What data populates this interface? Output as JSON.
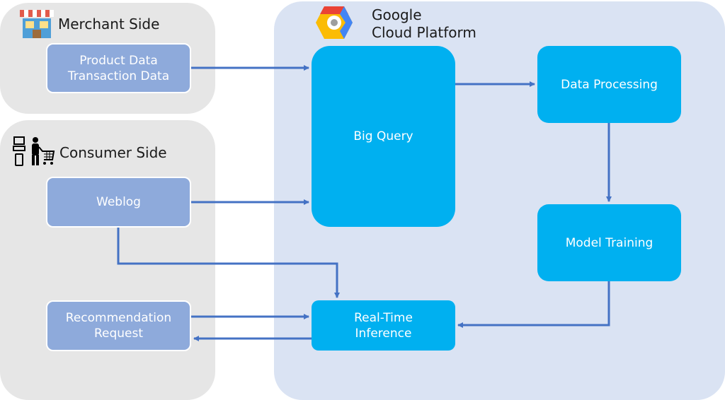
{
  "merchant": {
    "title": "Merchant Side",
    "box": "Product Data\nTransaction Data"
  },
  "consumer": {
    "title": "Consumer Side",
    "weblog": "Weblog",
    "request": "Recommendation\nRequest"
  },
  "platform": {
    "title_line1": "Google",
    "title_line2": "Cloud Platform",
    "bigquery": "Big Query",
    "processing": "Data Processing",
    "training": "Model Training",
    "inference": "Real-Time\nInference"
  },
  "colors": {
    "panel_gray": "#e6e6e6",
    "panel_blue": "#dae3f3",
    "source_box": "#8eaadb",
    "gcp_box": "#00b0f0",
    "arrow": "#4472c4"
  },
  "icons": [
    "store-icon",
    "consumer-devices-icon",
    "google-cloud-logo"
  ]
}
